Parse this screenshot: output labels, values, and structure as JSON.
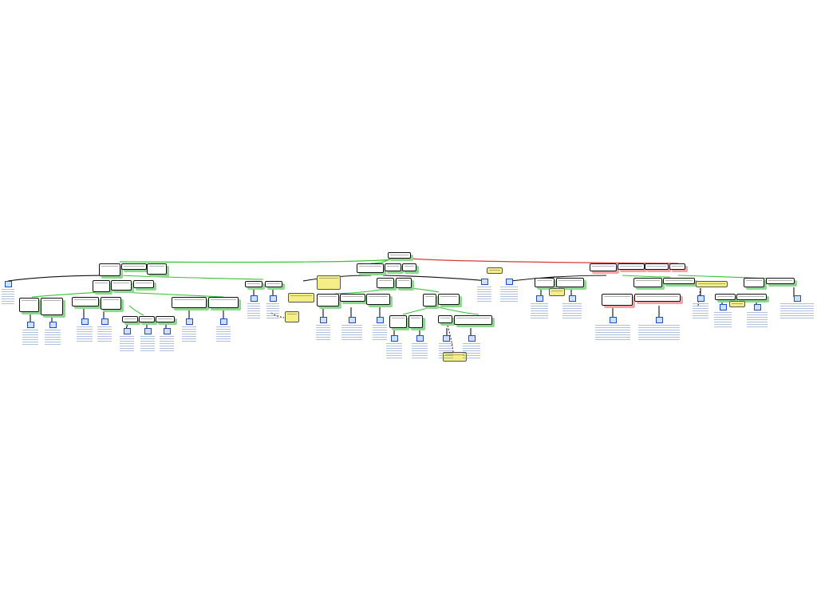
{
  "diagram": {
    "type": "tree",
    "root": {
      "label": ""
    },
    "colors": {
      "connector_primary": "#37c437",
      "connector_alert": "#d73a3a",
      "connector_secondary": "#111111",
      "note_fill": "#f5ee86",
      "shadow_green": "#8fd88f",
      "leaf_icon": "#1f4fbf"
    },
    "branches": [
      {
        "name": "branch-1",
        "label": ""
      },
      {
        "name": "branch-2",
        "label": ""
      },
      {
        "name": "branch-3",
        "label": ""
      },
      {
        "name": "branch-4",
        "label": ""
      }
    ],
    "notes": [
      {
        "name": "note-1",
        "label": ""
      },
      {
        "name": "note-2",
        "label": ""
      },
      {
        "name": "note-3",
        "label": ""
      },
      {
        "name": "note-4",
        "label": ""
      }
    ]
  }
}
